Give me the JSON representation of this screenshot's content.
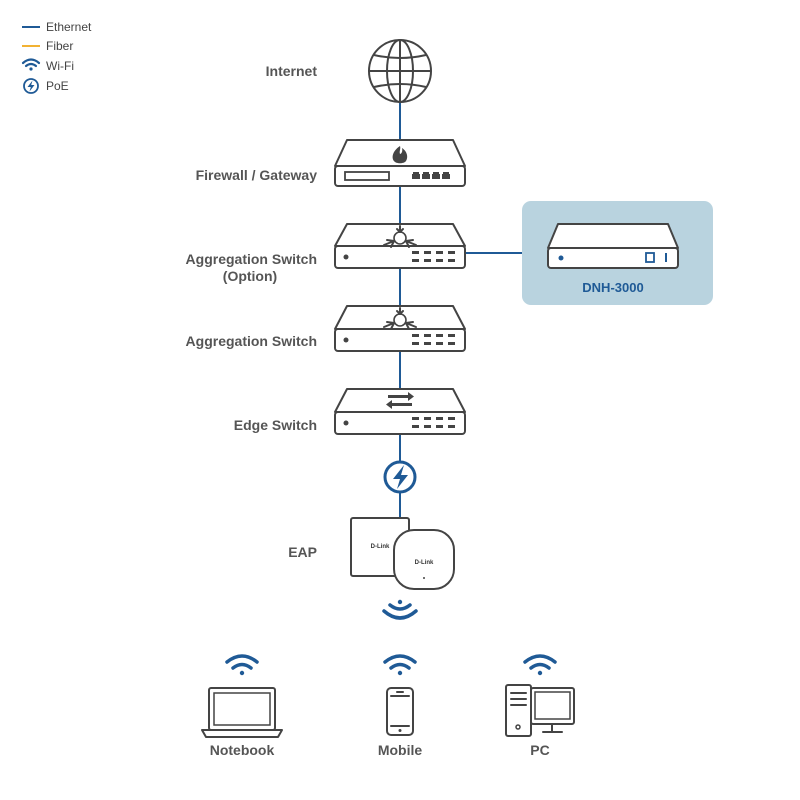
{
  "legend": [
    {
      "label": "Ethernet",
      "icon": "ethernet-line"
    },
    {
      "label": "Fiber",
      "icon": "fiber-line"
    },
    {
      "label": "Wi-Fi",
      "icon": "wifi-icon"
    },
    {
      "label": "PoE",
      "icon": "poe-icon"
    }
  ],
  "nodes": {
    "internet": "Internet",
    "firewall": "Firewall / Gateway",
    "agg_option_line1": "Aggregation Switch",
    "agg_option_line2": "(Option)",
    "agg": "Aggregation Switch",
    "edge": "Edge Switch",
    "eap": "EAP",
    "dnh": "DNH-3000",
    "notebook": "Notebook",
    "mobile": "Mobile",
    "pc": "PC"
  },
  "eap_brand": "D-Link",
  "colors": {
    "ethernet": "#1f5a96",
    "fiber": "#f2b233",
    "accent": "#1f5a96",
    "device_outline": "#444444",
    "label": "#555555",
    "dnh_panel": "#b9d3df"
  }
}
